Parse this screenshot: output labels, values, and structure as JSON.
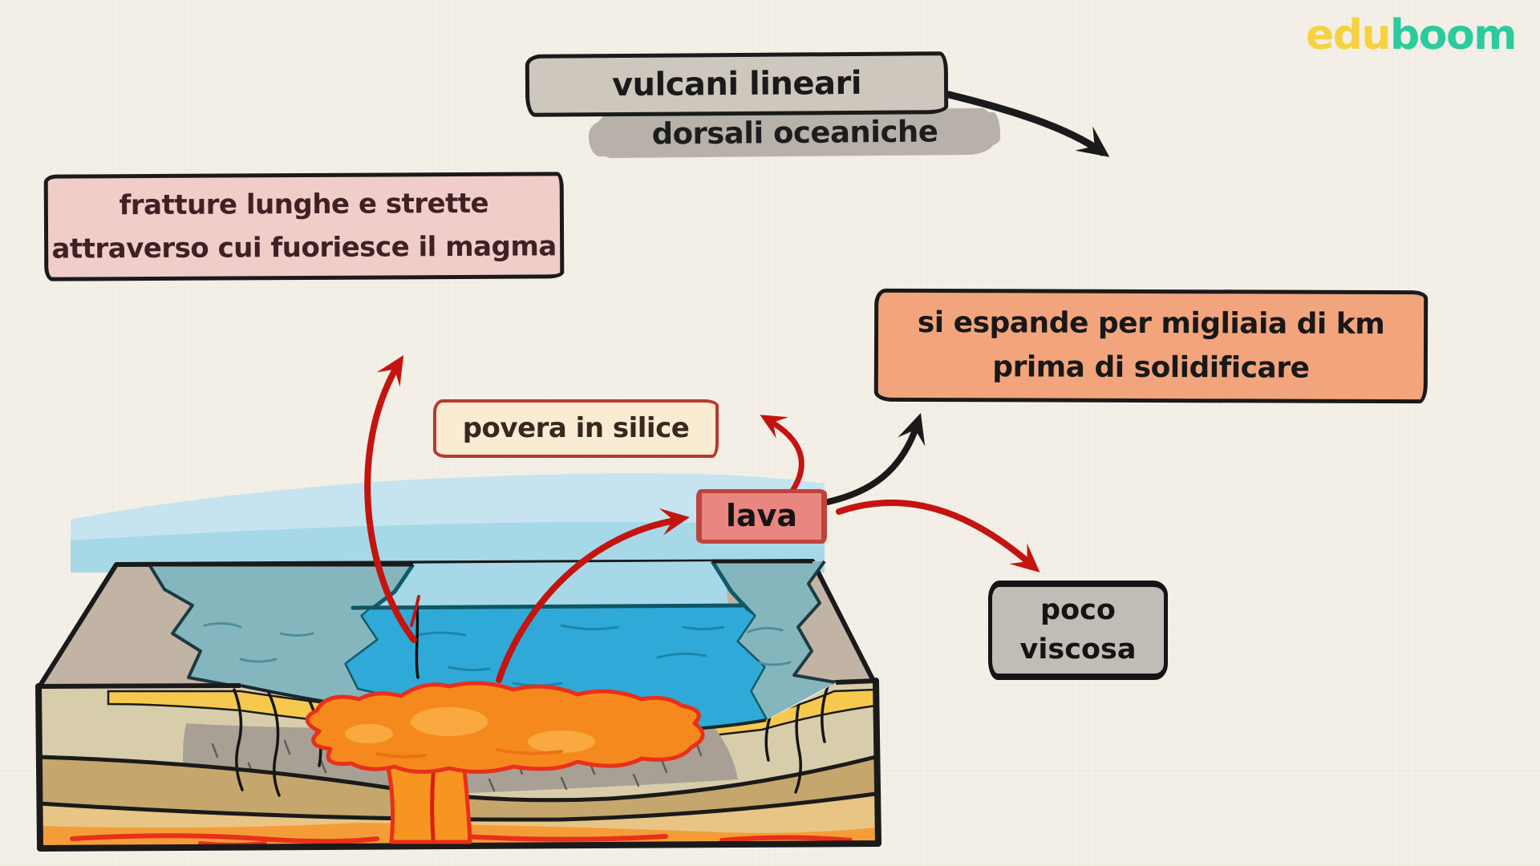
{
  "colors": {
    "bg": "#F4F0E7",
    "ink": "#1A1A1A",
    "arrow-red": "#C41410",
    "water-far": "#C5E4EF",
    "water-mid": "#A7D8E8",
    "water-deep": "#2FAAD8",
    "water-line": "#0E5666",
    "slope": "#86B6BD",
    "slope-edge": "#0F5B6B",
    "land": "#C2B4A5",
    "rock-beige": "#D8CDAB",
    "rock-yellow": "#F6C94E",
    "rock-gray": "#A9A095",
    "rock-tan": "#C5A66C",
    "rock-tan2": "#E8C584",
    "magma": "#F49D38",
    "lava-orange": "#F6891E",
    "lava-red": "#E8301B",
    "vulcani-bg": "#CEC7BE",
    "dorsali-bg": "#B7B1A9",
    "fratture-bg": "#F0CDC8",
    "fratture-text": "#3F2125",
    "espande-bg": "#F2A57D",
    "povera-bg": "#FAEBD3",
    "povera-border": "#B53A30",
    "povera-text": "#35291F",
    "lava-bg": "#E9867F",
    "lava-border": "#BD433C",
    "viscosa-bg": "#C1BCB5",
    "logo-edu": "#F5D23E",
    "logo-boom": "#2BCB9D"
  },
  "logo": {
    "edu": "edu",
    "boom": "boom"
  },
  "boxes": {
    "vulcani": {
      "label": "vulcani lineari"
    },
    "dorsali": {
      "label": "dorsali oceaniche"
    },
    "fratture": {
      "line1": "fratture lunghe e strette",
      "line2": "attraverso cui fuoriesce il magma"
    },
    "espande": {
      "line1": "si espande per migliaia di km",
      "line2": "prima di solidificare"
    },
    "povera": {
      "label": "povera in silice"
    },
    "lava": {
      "label": "lava"
    },
    "viscosa": {
      "line1": "poco",
      "line2": "viscosa"
    }
  }
}
